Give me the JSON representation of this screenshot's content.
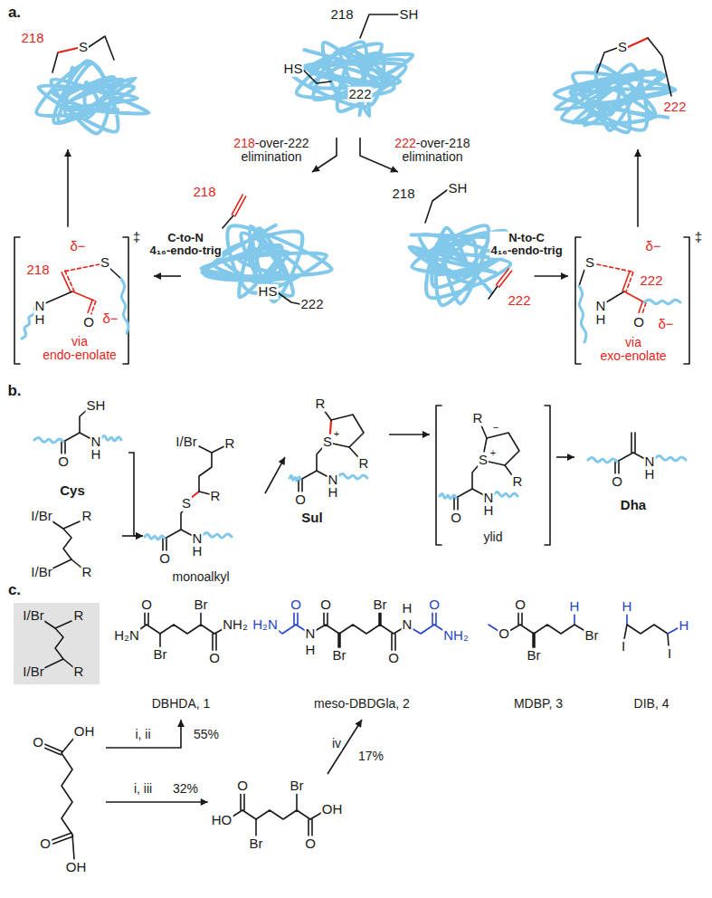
{
  "diagram": {
    "nodes": [
      {
        "text": [
          "218",
          "S"
        ]
      },
      {
        "text": [
          "218",
          "SH",
          "HS",
          "222"
        ]
      },
      {
        "text": [
          "S",
          "222"
        ]
      },
      {
        "text": [
          "218",
          "HS",
          "222"
        ]
      },
      {
        "text": [
          "218",
          "SH",
          "222"
        ]
      },
      {
        "text": [
          "δ−",
          "S",
          "218",
          "N",
          "H",
          "O",
          "δ−",
          "via endo-enolate",
          "‡"
        ]
      },
      {
        "text": [
          "δ−",
          "S",
          "222",
          "N",
          "H",
          "O",
          "δ−",
          "via exo-enolate",
          "‡"
        ]
      },
      {
        "text": [
          "SH",
          "O",
          "N",
          "H",
          "Cys"
        ]
      },
      {
        "text": [
          "I/Br",
          "R",
          "I/Br",
          "R"
        ]
      },
      {
        "text": [
          "I/Br",
          "R",
          "S",
          "R",
          "O",
          "N",
          "H",
          "monoalkyl"
        ]
      },
      {
        "text": [
          "R",
          "+",
          "S",
          "R",
          "O",
          "N",
          "H",
          "Sul"
        ]
      },
      {
        "text": [
          "R",
          "−",
          "S",
          "+",
          "R",
          "O",
          "N",
          "H",
          "ylid"
        ]
      },
      {
        "text": [
          "O",
          "N",
          "H",
          "Dha"
        ]
      },
      {
        "text": [
          "I/Br",
          "R",
          "I/Br",
          "R"
        ]
      },
      {
        "text": [
          "O",
          "Br",
          "H₂N",
          "NH₂",
          "Br",
          "O",
          "DBHDA, 1"
        ]
      },
      {
        "text": [
          "H₂N",
          "O",
          "N",
          "H",
          "O",
          "Br",
          "Br",
          "O",
          "H",
          "N",
          "O",
          "NH₂",
          "meso-DBDGla, 2"
        ]
      },
      {
        "text": [
          "O",
          "O",
          "Br",
          "H",
          "Br",
          "MDBP, 3"
        ]
      },
      {
        "text": [
          "H",
          "I",
          "I",
          "H",
          "DIB, 4"
        ]
      },
      {
        "text": [
          "OH",
          "O",
          "O",
          "OH"
        ]
      },
      {
        "text": [
          "O",
          "Br",
          "HO",
          "OH",
          "Br",
          "O"
        ]
      }
    ],
    "edges": [
      {
        "from": 1,
        "to": 3,
        "arrow": "to",
        "label": "218-over-222 elimination"
      },
      {
        "from": 1,
        "to": 4,
        "arrow": "to",
        "label": "222-over-218 elimination"
      },
      {
        "from": 3,
        "to": 5,
        "arrow": "to",
        "label": "C-to-N 4₁₆-endo-trig"
      },
      {
        "from": 5,
        "to": 0,
        "arrow": "to"
      },
      {
        "from": 4,
        "to": 6,
        "arrow": "to",
        "label": "N-to-C 4₁₆-endo-trig"
      },
      {
        "from": 6,
        "to": 2,
        "arrow": "to"
      },
      {
        "from": 7,
        "to": 9,
        "arrow": "to"
      },
      {
        "from": 8,
        "to": 9,
        "arrow": "to"
      },
      {
        "from": 9,
        "to": 10,
        "arrow": "to"
      },
      {
        "from": 10,
        "to": 11,
        "arrow": "to"
      },
      {
        "from": 11,
        "to": 12,
        "arrow": "to"
      },
      {
        "from": 18,
        "to": 14,
        "arrow": "to",
        "label": "i, ii"
      },
      {
        "from": 18,
        "to": 19,
        "arrow": "to",
        "label": "i, iii"
      },
      {
        "from": 19,
        "to": 15,
        "arrow": "to",
        "label": "iv"
      }
    ],
    "labels": [
      "a.",
      "b.",
      "c.",
      "55%",
      "32%",
      "17%"
    ]
  }
}
